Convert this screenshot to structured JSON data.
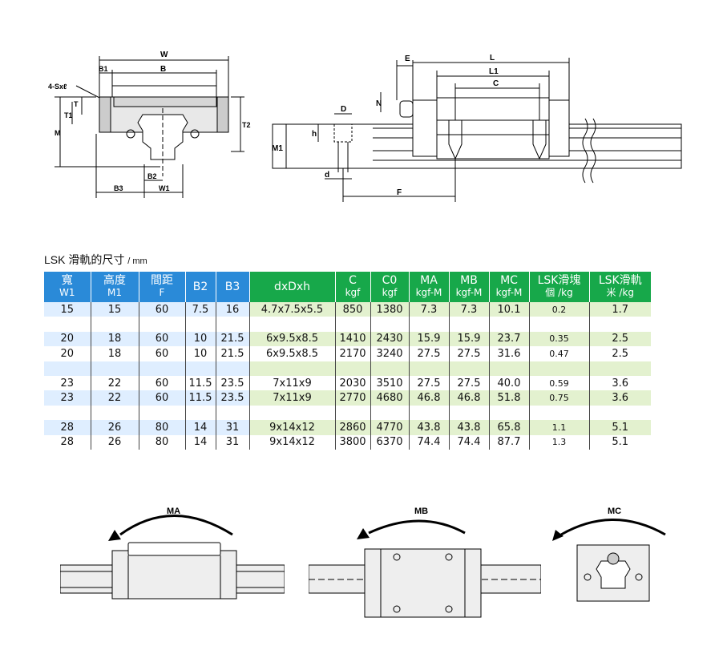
{
  "drawing_top_labels": {
    "W": "W",
    "B1": "B1",
    "B": "B",
    "S": "4-Sxℓ",
    "T": "T",
    "T1": "T1",
    "M": "M",
    "T2": "T2",
    "B2": "B2",
    "B3": "B3",
    "W1": "W1",
    "E": "E",
    "L": "L",
    "L1": "L1",
    "C": "C",
    "N": "N",
    "D": "D",
    "h": "h",
    "M1": "M1",
    "d": "d",
    "F": "F"
  },
  "title": {
    "text": "LSK 滑軌的尺寸",
    "unit": "/ mm"
  },
  "table": {
    "headers": [
      {
        "l1": "寬",
        "l2": "W1"
      },
      {
        "l1": "高度",
        "l2": "M1"
      },
      {
        "l1": "間距",
        "l2": "F"
      },
      {
        "l1": "B2",
        "l2": ""
      },
      {
        "l1": "B3",
        "l2": ""
      },
      {
        "l1": "dxDxh",
        "l2": ""
      },
      {
        "l1": "C",
        "l2": "kgf"
      },
      {
        "l1": "C0",
        "l2": "kgf"
      },
      {
        "l1": "MA",
        "l2": "kgf-M"
      },
      {
        "l1": "MB",
        "l2": "kgf-M"
      },
      {
        "l1": "MC",
        "l2": "kgf-M"
      },
      {
        "l1": "LSK滑塊",
        "l2": "個 /kg"
      },
      {
        "l1": "LSK滑軌",
        "l2": "米 /kg"
      }
    ],
    "rows": [
      [
        "15",
        "15",
        "60",
        "7.5",
        "16",
        "4.7x7.5x5.5",
        "850",
        "1380",
        "7.3",
        "7.3",
        "10.1",
        "0.2",
        "1.7"
      ],
      [
        "",
        "",
        "",
        "",
        "",
        "",
        "",
        "",
        "",
        "",
        "",
        "",
        ""
      ],
      [
        "20",
        "18",
        "60",
        "10",
        "21.5",
        "6x9.5x8.5",
        "1410",
        "2430",
        "15.9",
        "15.9",
        "23.7",
        "0.35",
        "2.5"
      ],
      [
        "20",
        "18",
        "60",
        "10",
        "21.5",
        "6x9.5x8.5",
        "2170",
        "3240",
        "27.5",
        "27.5",
        "31.6",
        "0.47",
        "2.5"
      ],
      [
        "",
        "",
        "",
        "",
        "",
        "",
        "",
        "",
        "",
        "",
        "",
        "",
        ""
      ],
      [
        "23",
        "22",
        "60",
        "11.5",
        "23.5",
        "7x11x9",
        "2030",
        "3510",
        "27.5",
        "27.5",
        "40.0",
        "0.59",
        "3.6"
      ],
      [
        "23",
        "22",
        "60",
        "11.5",
        "23.5",
        "7x11x9",
        "2770",
        "4680",
        "46.8",
        "46.8",
        "51.8",
        "0.75",
        "3.6"
      ],
      [
        "",
        "",
        "",
        "",
        "",
        "",
        "",
        "",
        "",
        "",
        "",
        "",
        ""
      ],
      [
        "28",
        "26",
        "80",
        "14",
        "31",
        "9x14x12",
        "2860",
        "4770",
        "43.8",
        "43.8",
        "65.8",
        "1.1",
        "5.1"
      ],
      [
        "28",
        "26",
        "80",
        "14",
        "31",
        "9x14x12",
        "3800",
        "6370",
        "74.4",
        "74.4",
        "87.7",
        "1.3",
        "5.1"
      ]
    ]
  },
  "moment_labels": {
    "ma": "MA",
    "mb": "MB",
    "mc": "MC"
  },
  "colors": {
    "blue_header": "#2a8ad8",
    "green_header": "#17a84a",
    "blue_row": "#dfeeff",
    "green_row": "#e3f1cf"
  }
}
